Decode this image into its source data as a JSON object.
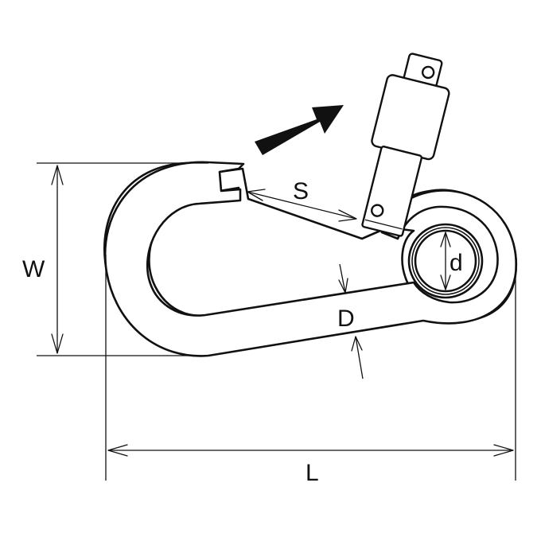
{
  "labels": {
    "W": "W",
    "S": "S",
    "d": "d",
    "D": "D",
    "L": "L"
  },
  "colors": {
    "line": "#111111",
    "background": "#ffffff"
  }
}
